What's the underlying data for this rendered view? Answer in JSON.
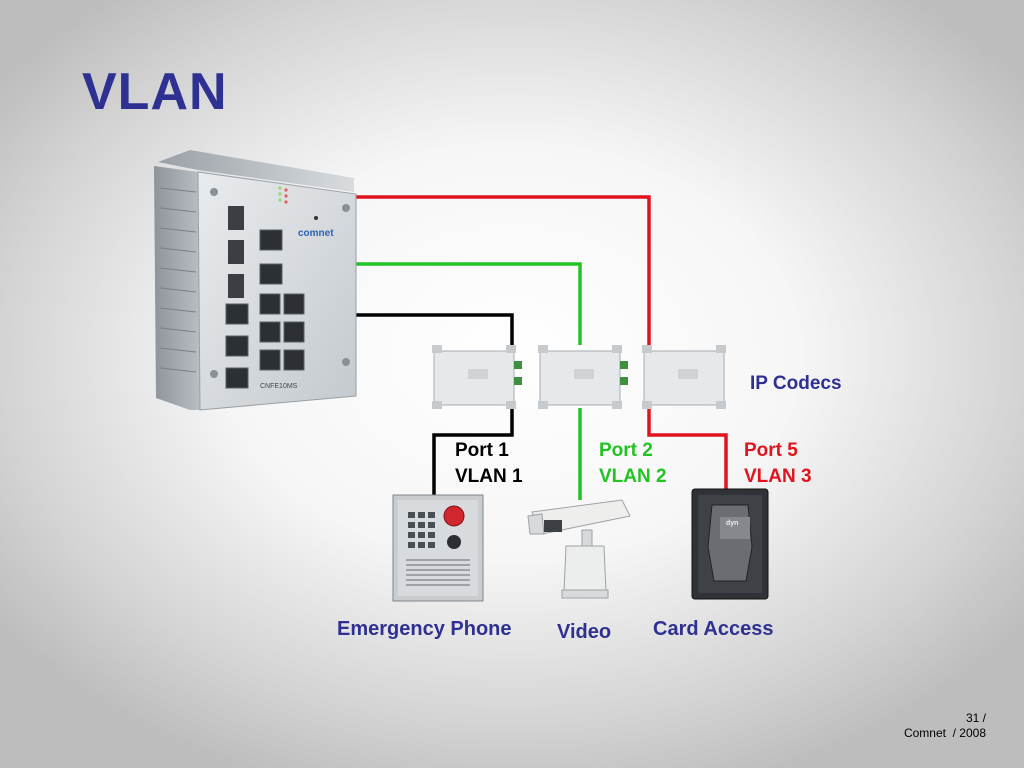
{
  "title": "VLAN",
  "switch": {
    "brand": "comnet",
    "model": "CNFE10MS"
  },
  "codec_label": "IP Codecs",
  "ports": [
    {
      "port": "Port 1",
      "vlan": "VLAN 1",
      "color": "#000000"
    },
    {
      "port": "Port 2",
      "vlan": "VLAN 2",
      "color": "#22c322"
    },
    {
      "port": "Port 5",
      "vlan": "VLAN 3",
      "color": "#e0141e"
    }
  ],
  "devices": [
    {
      "label": "Emergency Phone",
      "icon": "emergency-phone-icon"
    },
    {
      "label": "Video",
      "icon": "video-camera-icon"
    },
    {
      "label": "Card Access",
      "icon": "card-reader-icon"
    }
  ],
  "footer": {
    "page": "31 /",
    "company": "Comnet  / 2008"
  },
  "colors": {
    "title": "#2e3192",
    "vlan1": "#000000",
    "vlan2": "#22c322",
    "vlan3": "#e0141e"
  }
}
